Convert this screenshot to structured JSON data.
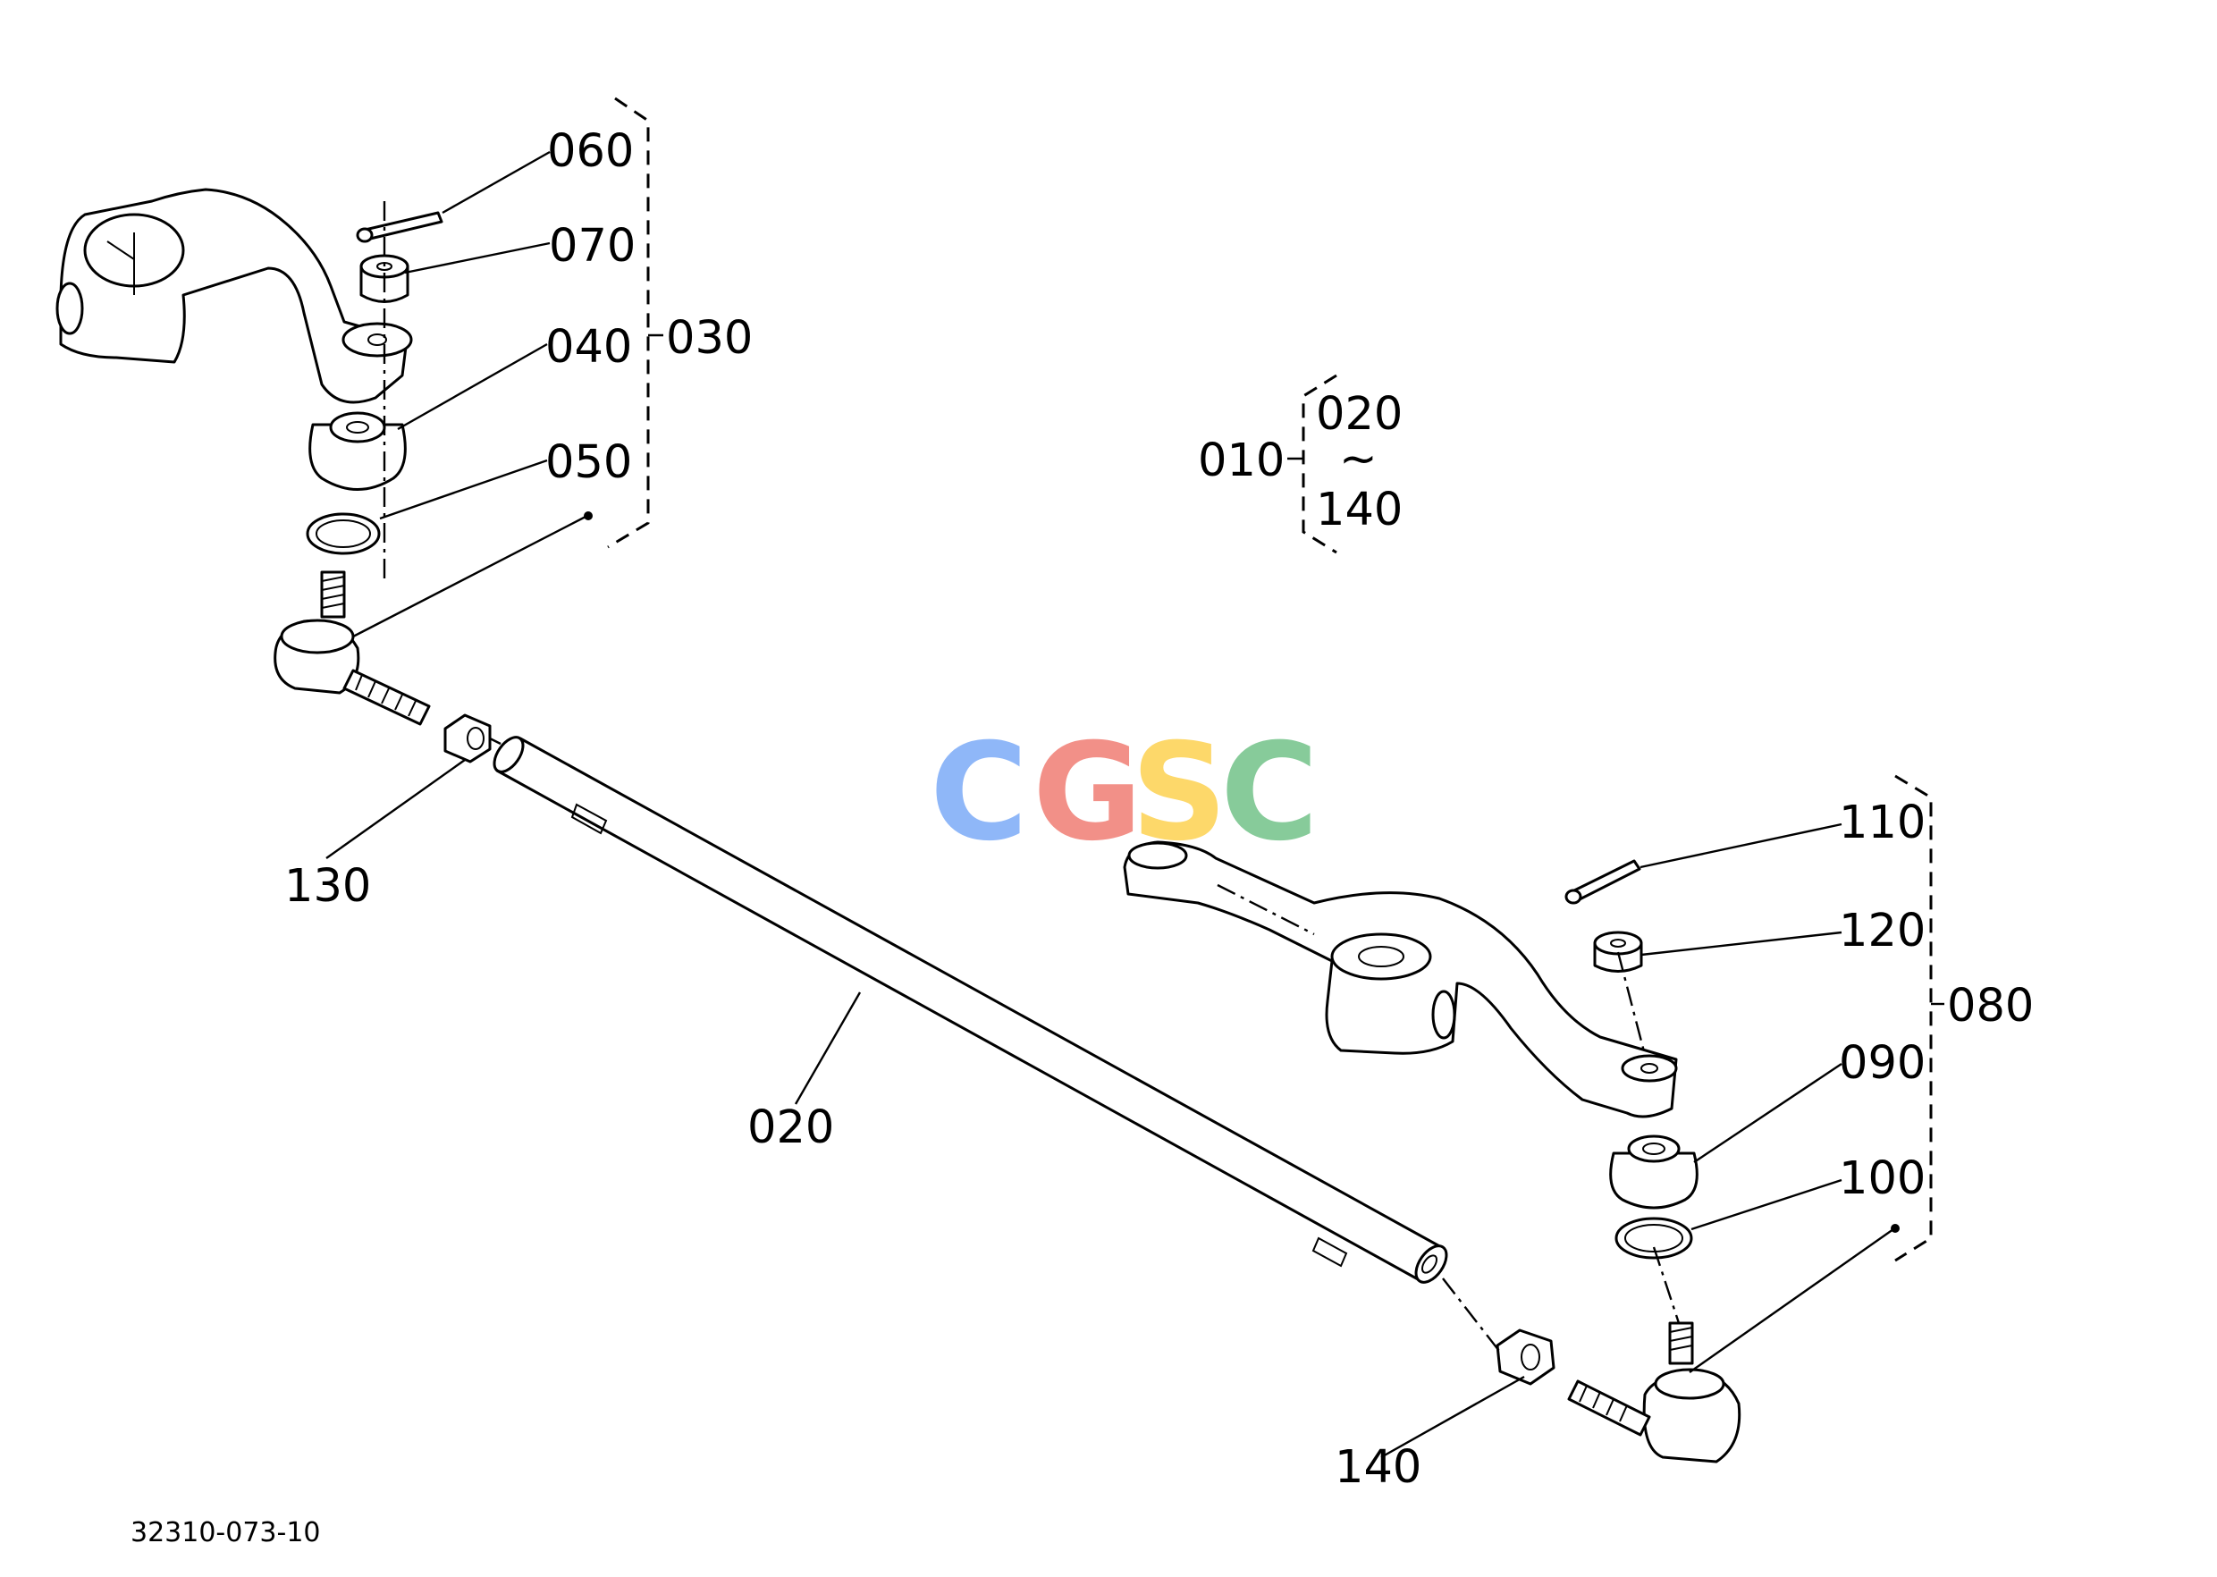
{
  "diagram": {
    "callouts": {
      "c010": "010",
      "c020": "020",
      "c030": "030",
      "c040": "040",
      "c050": "050",
      "c060": "060",
      "c070": "070",
      "c080": "080",
      "c090": "090",
      "c100": "100",
      "c110": "110",
      "c120": "120",
      "c130": "130",
      "c140": "140"
    },
    "range": {
      "from": "020",
      "tilde": "~",
      "to": "140"
    },
    "reference_number": "32310-073-10",
    "watermark": {
      "letters": [
        "C",
        "G",
        "S",
        "C"
      ],
      "colors": [
        "#8ab4f8",
        "#f28b82",
        "#fdd663",
        "#81c995"
      ]
    }
  }
}
